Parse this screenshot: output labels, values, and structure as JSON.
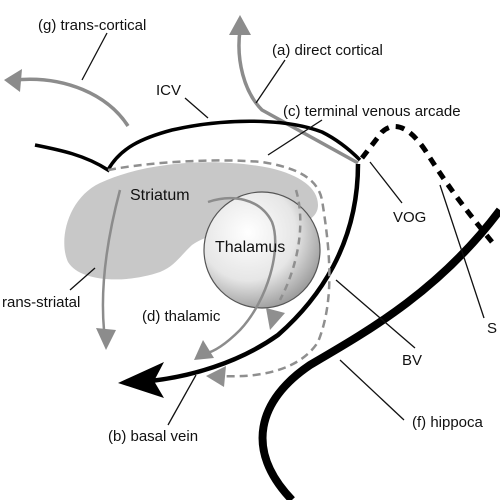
{
  "labels": {
    "trans_cortical": "(g) trans-cortical",
    "direct_cortical": "(a) direct cortical",
    "icv": "ICV",
    "terminal_venous_arcade": "(c) terminal venous arcade",
    "striatum": "Striatum",
    "thalamus": "Thalamus",
    "vog": "VOG",
    "trans_striatal": "rans-striatal",
    "thalamic": "(d) thalamic",
    "s_label": "S",
    "bv": "BV",
    "basal_vein": "(b) basal vein",
    "hippocampal": "(f) hippoca"
  },
  "colors": {
    "black": "#000000",
    "gray_arrow": "#8c8c8c",
    "dashed_gray": "#8f8f8f",
    "striatum_fill": "#c8c8c8"
  }
}
